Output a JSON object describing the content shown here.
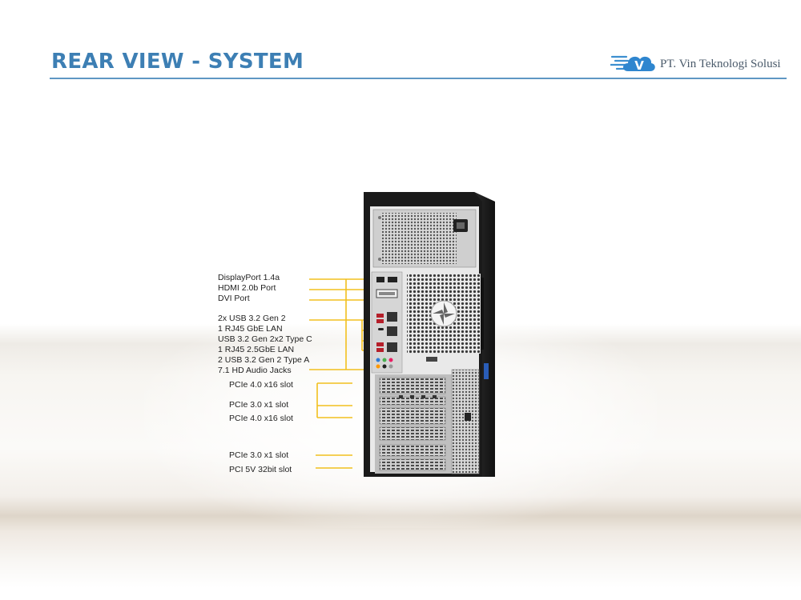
{
  "header": {
    "title": "REAR VIEW - SYSTEM",
    "company": "PT. Vin Teknologi Solusi",
    "logo_letter": "V"
  },
  "colors": {
    "title": "#3d7fb4",
    "accent_line": "#5f97c4",
    "leader_lines": "#f2c01e",
    "chassis": "#1c1c1c"
  },
  "callouts": {
    "io_ports": [
      "DisplayPort 1.4a",
      "HDMI 2.0b Port",
      "DVI Port",
      "2x USB 3.2 Gen 2",
      "1 RJ45 GbE LAN",
      "USB 3.2 Gen 2x2 Type C",
      "1 RJ45 2.5GbE LAN",
      "2 USB 3.2 Gen 2 Type A",
      "7.1 HD Audio Jacks"
    ],
    "slots": [
      "PCIe 4.0 x16 slot",
      "PCIe 3.0 x1 slot",
      "PCIe 4.0 x16 slot",
      "PCIe 3.0 x1 slot",
      "PCI 5V 32bit slot"
    ]
  }
}
